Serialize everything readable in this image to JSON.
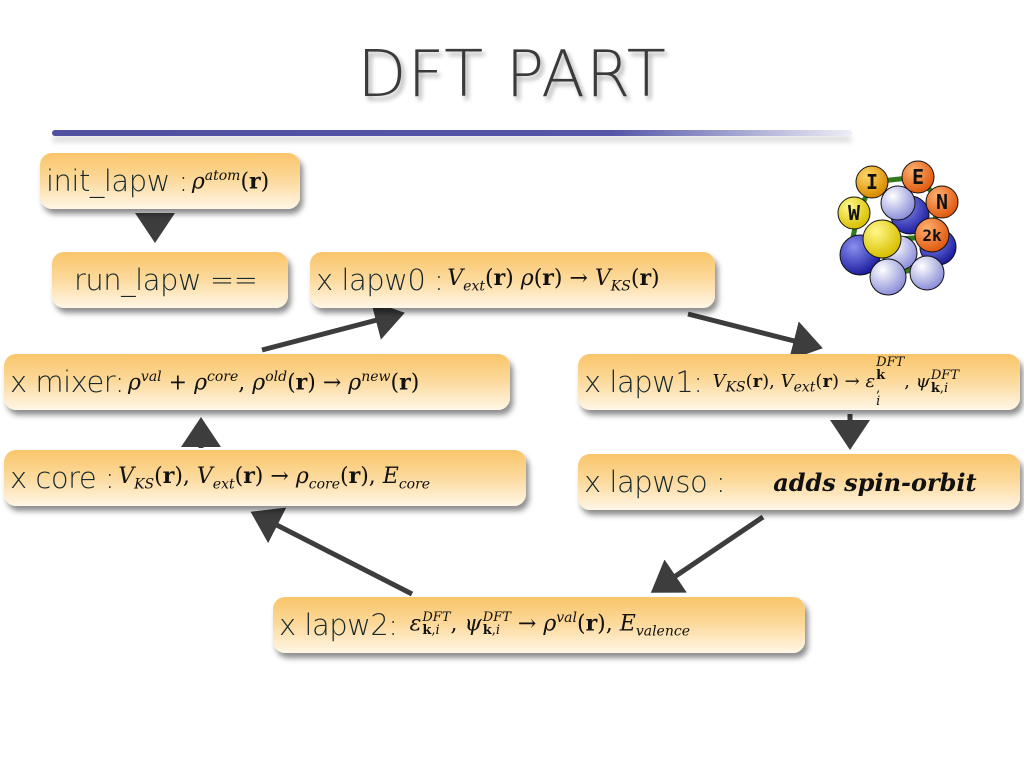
{
  "slide": {
    "title": "DFT PART",
    "accent_color": "#5456a8",
    "box_color": "#f9c56a"
  },
  "logo": {
    "name": "WIEN2k",
    "letters": [
      "W",
      "I",
      "E",
      "N",
      "2k"
    ]
  },
  "nodes": {
    "init": {
      "label": "init_lapw :",
      "math": "ρ^atom(r)"
    },
    "run": {
      "label": "run_lapw =="
    },
    "lapw0": {
      "label": "x lapw0 :",
      "math": "V_ext(r) ρ(r) → V_KS(r)"
    },
    "lapw1": {
      "label": "x lapw1:",
      "math": "V_KS(r), V_ext(r) → ε^DFT_k,i , ψ^DFT_k,i"
    },
    "lapwso": {
      "label": "x lapwso :",
      "text": "adds spin-orbit"
    },
    "lapw2": {
      "label": "x lapw2:",
      "math": "ε^DFT_k,i , ψ^DFT_k,i → ρ^val(r), E_valence"
    },
    "core": {
      "label": "x core :",
      "math": "V_KS(r), V_ext(r) → ρ_core(r), E_core"
    },
    "mixer": {
      "label": "x mixer:",
      "math": "ρ^val + ρ^core, ρ^old(r) → ρ^new(r)"
    }
  },
  "edges": [
    {
      "from": "init",
      "to": "run"
    },
    {
      "from": "mixer",
      "to": "lapw0"
    },
    {
      "from": "lapw0",
      "to": "lapw1"
    },
    {
      "from": "lapw1",
      "to": "lapwso"
    },
    {
      "from": "lapwso",
      "to": "lapw2"
    },
    {
      "from": "lapw2",
      "to": "core"
    },
    {
      "from": "core",
      "to": "mixer"
    }
  ]
}
